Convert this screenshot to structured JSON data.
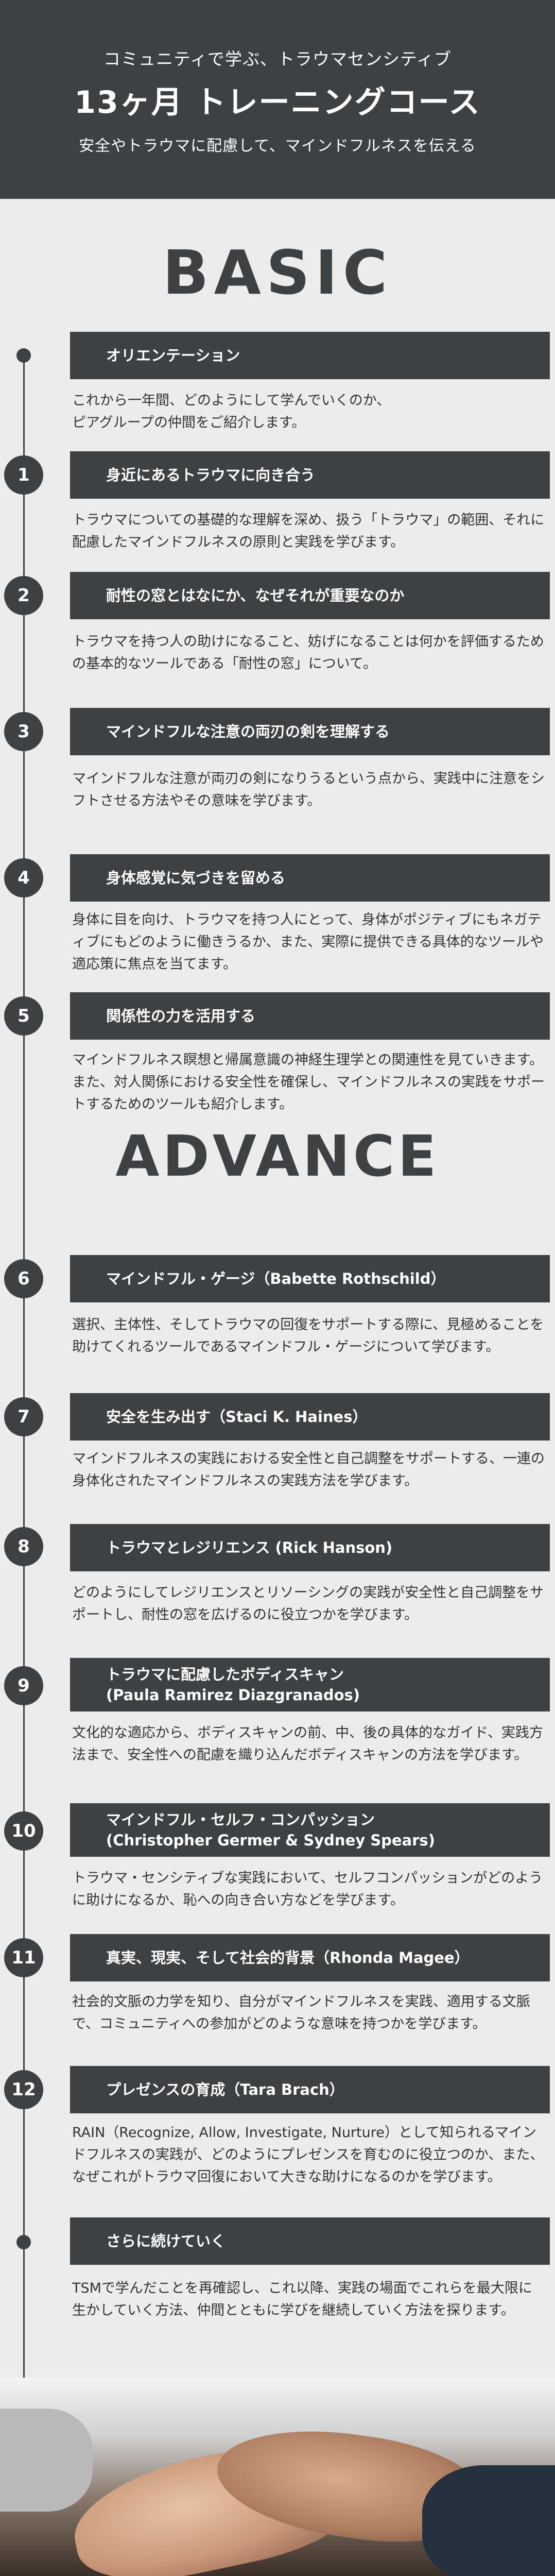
{
  "header": {
    "subtitle_top": "コミュニティで学ぶ、トラウマセンシティブ",
    "title": "13ヶ月 トレーニングコース",
    "subtitle_bottom": "安全やトラウマに配慮して、マインドフルネスを伝える"
  },
  "sections": {
    "basic": "BASIC",
    "advance": "ADVANCE"
  },
  "items": [
    {
      "marker": "",
      "title": "オリエンテーション",
      "desc": "これから一年間、どのようにして学んでいくのか、\nピアグループの仲間をご紹介します。"
    },
    {
      "marker": "1",
      "title": "身近にあるトラウマに向き合う",
      "desc": "トラウマについての基礎的な理解を深め、扱う「トラウマ」の範囲、それに配慮したマインドフルネスの原則と実践を学びます。"
    },
    {
      "marker": "2",
      "title": "耐性の窓とはなにか、なぜそれが重要なのか",
      "desc": "トラウマを持つ人の助けになること、妨げになることは何かを評価するための基本的なツールである「耐性の窓」について。"
    },
    {
      "marker": "3",
      "title": "マインドフルな注意の両刃の剣を理解する",
      "desc": "マインドフルな注意が両刃の剣になりうるという点から、実践中に注意をシフトさせる方法やその意味を学びます。"
    },
    {
      "marker": "4",
      "title": "身体感覚に気づきを留める",
      "desc": "身体に目を向け、トラウマを持つ人にとって、身体がポジティブにもネガティブにもどのように働きうるか、また、実際に提供できる具体的なツールや適応策に焦点を当てます。"
    },
    {
      "marker": "5",
      "title": "関係性の力を活用する",
      "desc": "マインドフルネス瞑想と帰属意識の神経生理学との関連性を見ていきます。また、対人関係における安全性を確保し、マインドフルネスの実践をサポートするためのツールも紹介します。"
    },
    {
      "marker": "6",
      "title": "マインドフル・ゲージ（Babette Rothschild）",
      "desc": "選択、主体性、そしてトラウマの回復をサポートする際に、見極めることを助けてくれるツールであるマインドフル・ゲージについて学びます。"
    },
    {
      "marker": "7",
      "title": "安全を生み出す（Staci K. Haines）",
      "desc": "マインドフルネスの実践における安全性と自己調整をサポートする、一連の身体化されたマインドフルネスの実践方法を学びます。"
    },
    {
      "marker": "8",
      "title": "トラウマとレジリエンス (Rick Hanson)",
      "desc": "どのようにしてレジリエンスとリソーシングの実践が安全性と自己調整をサポートし、耐性の窓を広げるのに役立つかを学びます。"
    },
    {
      "marker": "9",
      "title": "トラウマに配慮したボディスキャン\n(Paula Ramirez Diazgranados)",
      "desc": "文化的な適応から、ボディスキャンの前、中、後の具体的なガイド、実践方法まで、安全性への配慮を織り込んだボディスキャンの方法を学びます。"
    },
    {
      "marker": "10",
      "title": "マインドフル・セルフ・コンパッション\n(Christopher Germer & Sydney Spears)",
      "desc": "トラウマ・センシティブな実践において、セルフコンパッションがどのように助けになるか、恥への向き合い方などを学びます。"
    },
    {
      "marker": "11",
      "title": "真実、現実、そして社会的背景（Rhonda Magee）",
      "desc": "社会的文脈の力学を知り、自分がマインドフルネスを実践、適用する文脈で、コミュニティへの参加がどのような意味を持つかを学びます。"
    },
    {
      "marker": "12",
      "title": "プレゼンスの育成（Tara Brach）",
      "desc": "RAIN（Recognize, Allow, Investigate, Nurture）として知られるマインドフルネスの実践が、どのようにプレゼンスを育むのに役立つのか、また、なぜこれがトラウマ回復において大きな助けになるのかを学びます。"
    },
    {
      "marker": "",
      "title": "さらに続けていく",
      "desc": "TSMで学んだことを再確認し、これ以降、実践の場面でこれらを最大限に生かしていく方法、仲間とともに学びを継続していく方法を探ります。"
    }
  ]
}
